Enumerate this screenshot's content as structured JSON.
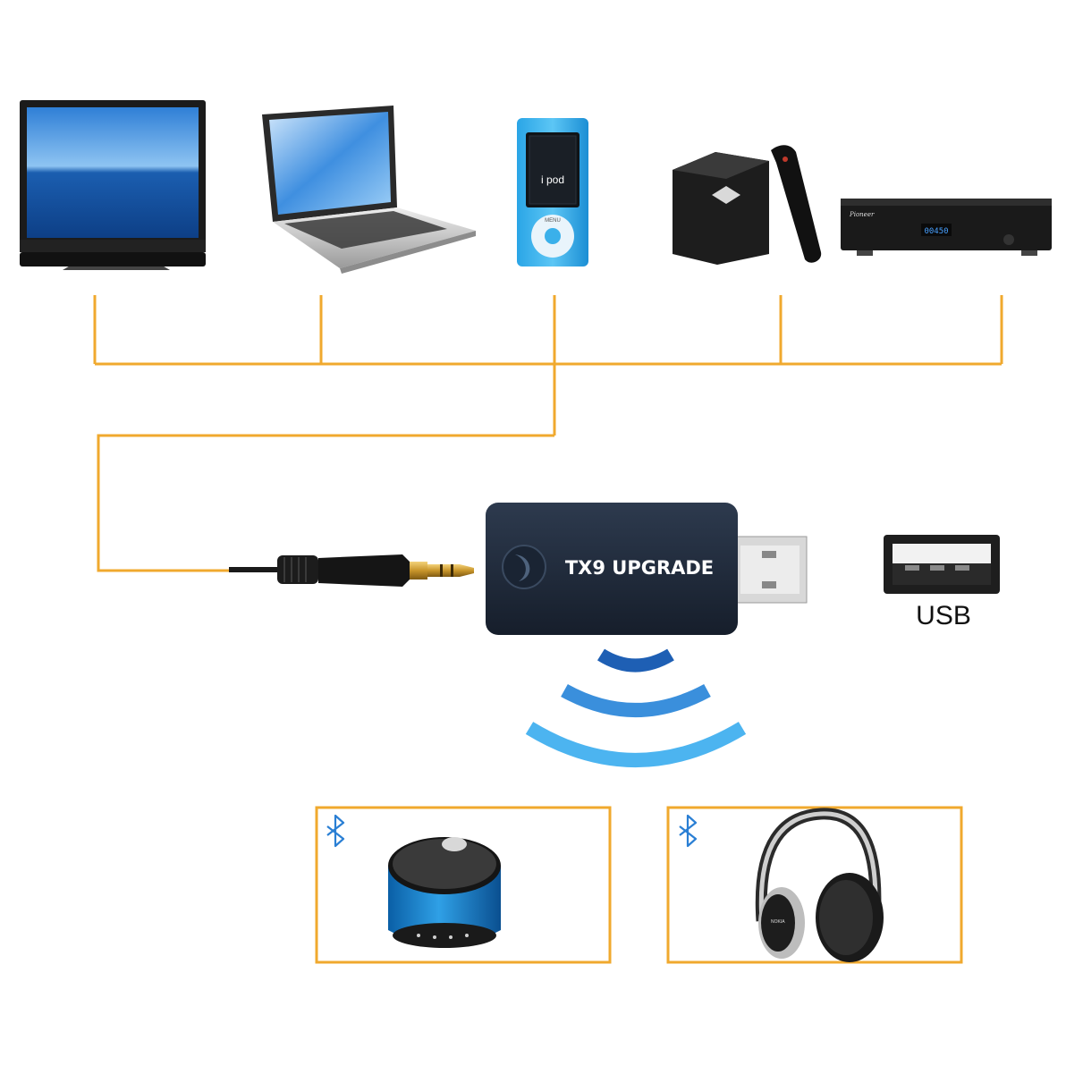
{
  "diagram": {
    "sources": [
      {
        "name": "tv"
      },
      {
        "name": "laptop"
      },
      {
        "name": "ipod",
        "screen_text": "i pod",
        "wheel_top": "MENU"
      },
      {
        "name": "tv-box"
      },
      {
        "name": "blu-ray-player",
        "brand": "Pioneer",
        "display_text": "00450"
      }
    ],
    "transmitter": {
      "label": "TX9 UPGRADE"
    },
    "usb_port": {
      "label": "USB"
    },
    "receivers": [
      {
        "name": "bluetooth-speaker",
        "icon": "bluetooth-icon"
      },
      {
        "name": "headphones",
        "icon": "bluetooth-icon",
        "brand": "NOKIA"
      }
    ],
    "colors": {
      "connector": "#f0a92e",
      "signal_dark": "#1e5fb4",
      "signal_mid": "#3a8fdc",
      "signal_light": "#4cb4f0",
      "bluetooth": "#2a7fd4",
      "device_body": "#1f2a3a"
    }
  }
}
